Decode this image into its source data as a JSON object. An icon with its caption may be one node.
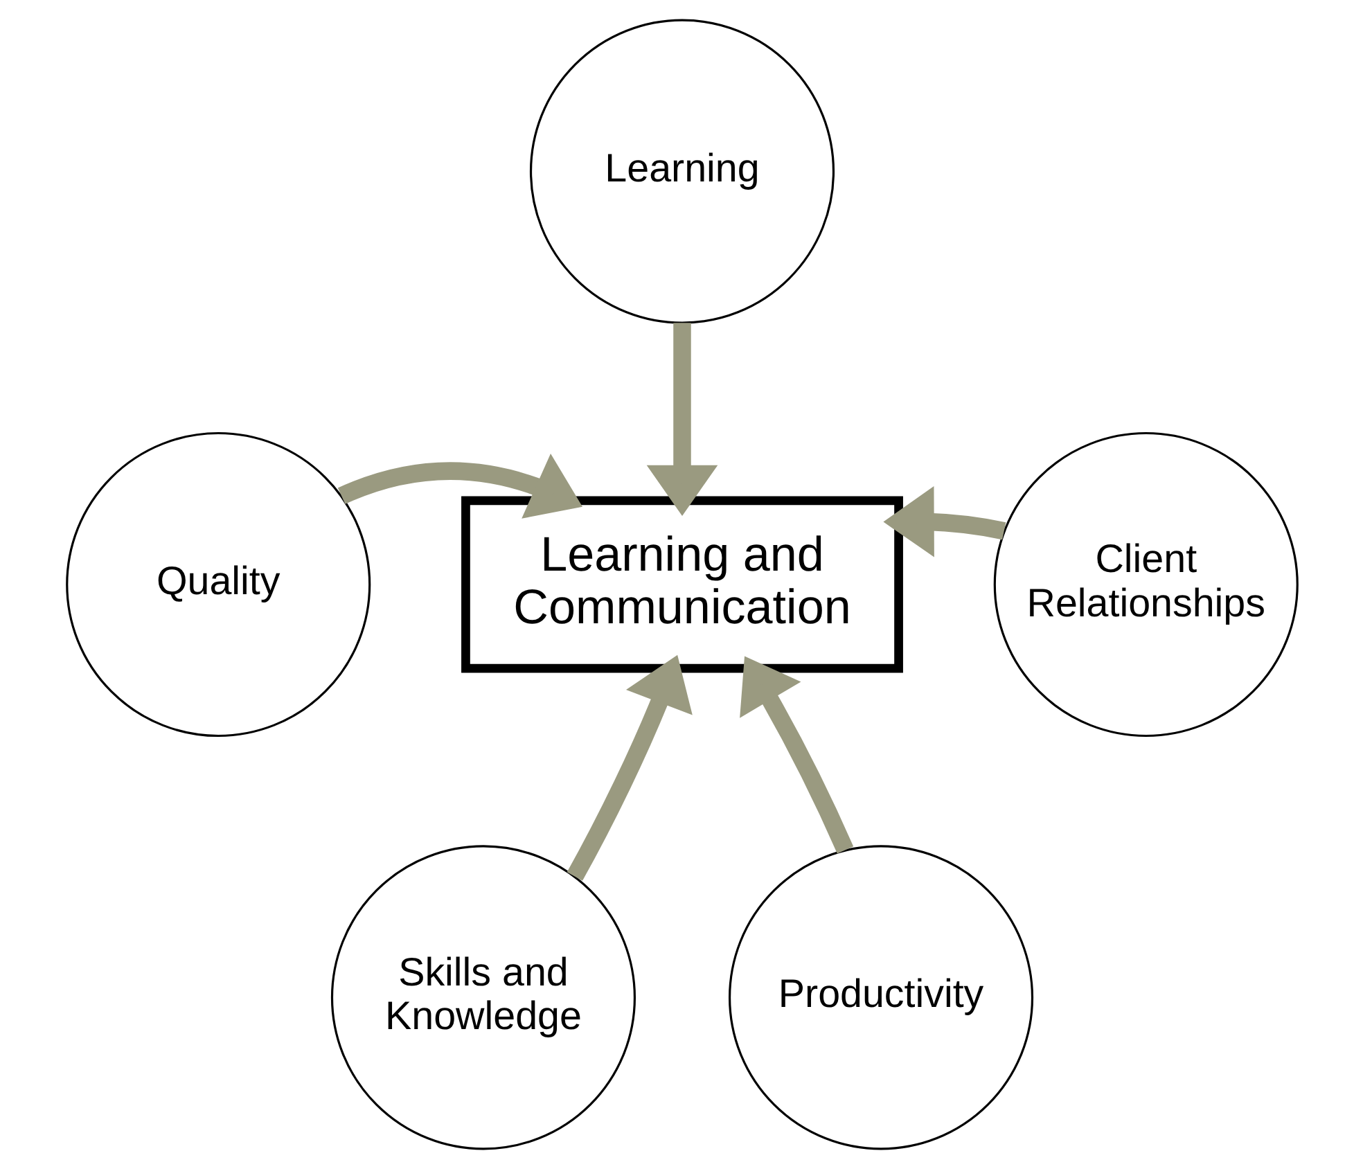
{
  "diagram": {
    "nodes": [
      {
        "text": [
          "Learning"
        ]
      },
      {
        "text": [
          "Quality"
        ]
      },
      {
        "text": [
          "Learning and Communication"
        ]
      },
      {
        "text": [
          "Client Relationships"
        ]
      },
      {
        "text": [
          "Skills and Knowledge"
        ]
      },
      {
        "text": [
          "Productivity"
        ]
      }
    ],
    "edges": [
      {
        "from": 0,
        "to": 2,
        "arrow": "to"
      },
      {
        "from": 1,
        "to": 2,
        "arrow": "to"
      },
      {
        "from": 3,
        "to": 2,
        "arrow": "to"
      },
      {
        "from": 4,
        "to": 2,
        "arrow": "to"
      },
      {
        "from": 5,
        "to": 2,
        "arrow": "to"
      }
    ]
  }
}
